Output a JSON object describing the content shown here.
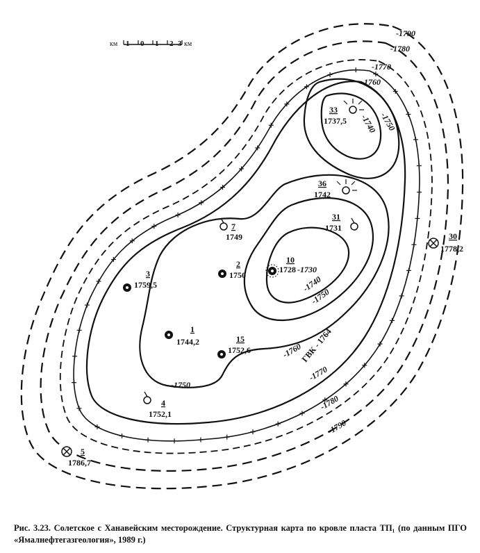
{
  "scale": {
    "prefix": "км",
    "ticks": [
      "1",
      "0",
      "1",
      "2",
      "3"
    ],
    "suffix": "км"
  },
  "contours": {
    "c1790": "-1790",
    "c1780": "-1780",
    "c1770": "-1770",
    "c1760a": "-1760",
    "c1760b": "-1760",
    "c1750a": "-1750",
    "c1750b": "-1750",
    "c1750c": "-1750",
    "c1740a": "-1740",
    "c1740b": "-1740",
    "c1730": "-1730",
    "c1790b": "-1790",
    "c1780b": "-1780",
    "c1770b": "-1770"
  },
  "gwc_label": "ГВК - 1764",
  "wells": [
    {
      "num": "33",
      "value": "1737,5",
      "symbol": "gas"
    },
    {
      "num": "36",
      "value": "1742",
      "symbol": "gas"
    },
    {
      "num": "31",
      "value": "1731",
      "symbol": "open"
    },
    {
      "num": "7",
      "value": "1749",
      "symbol": "open"
    },
    {
      "num": "10",
      "value": "1728",
      "symbol": "productive-rayed"
    },
    {
      "num": "2",
      "value": "1750",
      "symbol": "productive"
    },
    {
      "num": "3",
      "value": "1759,5",
      "symbol": "productive"
    },
    {
      "num": "1",
      "value": "1744,2",
      "symbol": "productive"
    },
    {
      "num": "15",
      "value": "1752,6",
      "symbol": "productive"
    },
    {
      "num": "4",
      "value": "1752,1",
      "symbol": "open"
    },
    {
      "num": "30",
      "value": "1778,2",
      "symbol": "crossed"
    },
    {
      "num": "5",
      "value": "1786,7",
      "symbol": "crossed"
    }
  ],
  "caption": "Рис. 3.23. Солетское с Ханавейским месторождение. Структурная карта по кровле пласта ТП₁ (по данным ПГО «Ямалнефтегазгеология», 1989 г.)"
}
